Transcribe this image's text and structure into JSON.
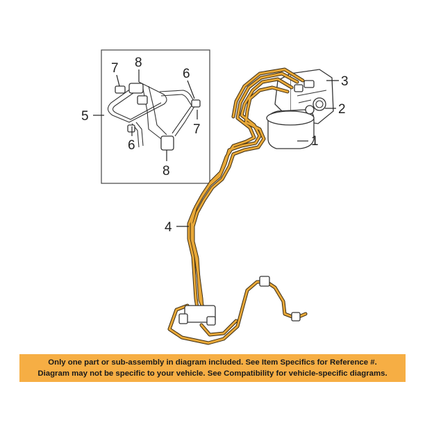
{
  "callouts": {
    "c1": "1",
    "c2": "2",
    "c3": "3",
    "c4": "4",
    "c5": "5",
    "c6a": "6",
    "c6b": "6",
    "c7a": "7",
    "c7b": "7",
    "c8a": "8",
    "c8b": "8"
  },
  "disclaimer": {
    "line1": "Only one part or sub-assembly in diagram included. See Item Specifics for Reference #.",
    "line2": "Diagram may not be specific to your vehicle. See Compatibility for vehicle-specific diagrams."
  },
  "colors": {
    "brake_line": "#e8a838",
    "brake_line_outline": "#3a2a10",
    "banner": "#f6ae44",
    "ink": "#222222"
  }
}
